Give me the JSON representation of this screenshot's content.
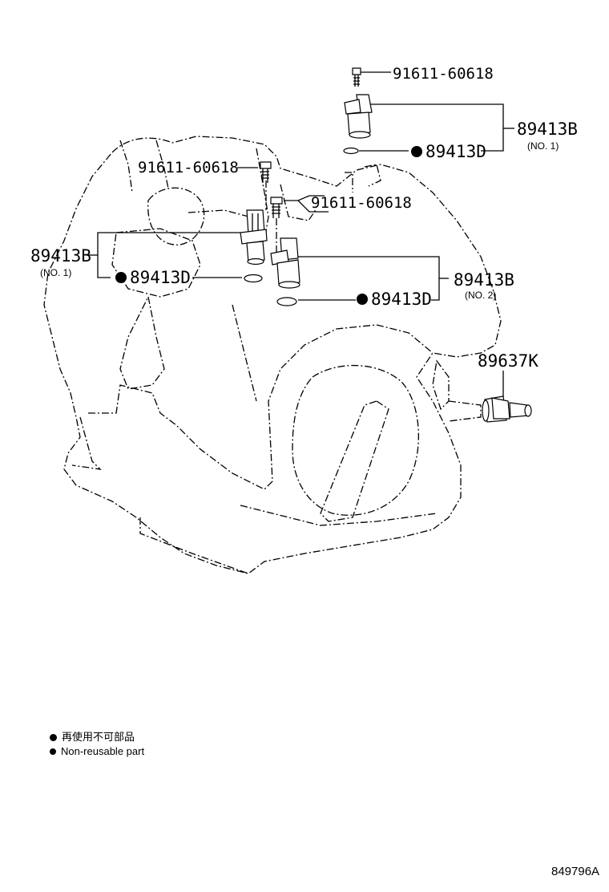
{
  "parts": {
    "bolt_top": "91611-60618",
    "bolt_left": "91611-60618",
    "bolt_mid": "91611-60618",
    "sensor_top": "89413B",
    "sensor_top_sub": "(NO. 1)",
    "gasket_top": "89413D",
    "sensor_left": "89413B",
    "sensor_left_sub": "(NO. 1)",
    "gasket_left": "89413D",
    "sensor_right": "89413B",
    "sensor_right_sub": "(NO. 2)",
    "gasket_right": "89413D",
    "switch_right": "89637K"
  },
  "legend": {
    "japanese": "再使用不可部品",
    "english": "Non-reusable part"
  },
  "illustration_code": "849796A",
  "icons": {
    "non_reusable_marker": "filled-circle-icon"
  }
}
